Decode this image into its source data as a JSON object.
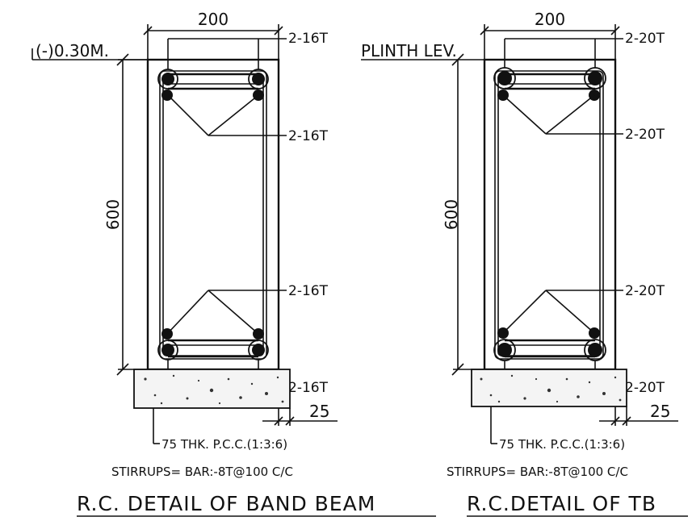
{
  "left_detail": {
    "width_dim": "200",
    "depth_dim": "600",
    "level_label": "(-)0.30M.",
    "top_bars_a": "2-16T",
    "top_bars_b": "2-16T",
    "bottom_bars_a": "2-16T",
    "bottom_bars_b": "2-16T",
    "cover_dim": "25",
    "pcc_note": "75 THK. P.C.C.(1:3:6)",
    "stirrups_note": "STIRRUPS= BAR:-8T@100 C/C",
    "title": "R.C. DETAIL OF BAND BEAM"
  },
  "right_detail": {
    "width_dim": "200",
    "depth_dim": "600",
    "level_label": "PLINTH LEV.",
    "top_bars_a": "2-20T",
    "top_bars_b": "2-20T",
    "bottom_bars_a": "2-20T",
    "bottom_bars_b": "2-20T",
    "cover_dim": "25",
    "pcc_note": "75 THK. P.C.C.(1:3:6)",
    "stirrups_note": "STIRRUPS= BAR:-8T@100 C/C",
    "title": "R.C.DETAIL OF TB"
  }
}
